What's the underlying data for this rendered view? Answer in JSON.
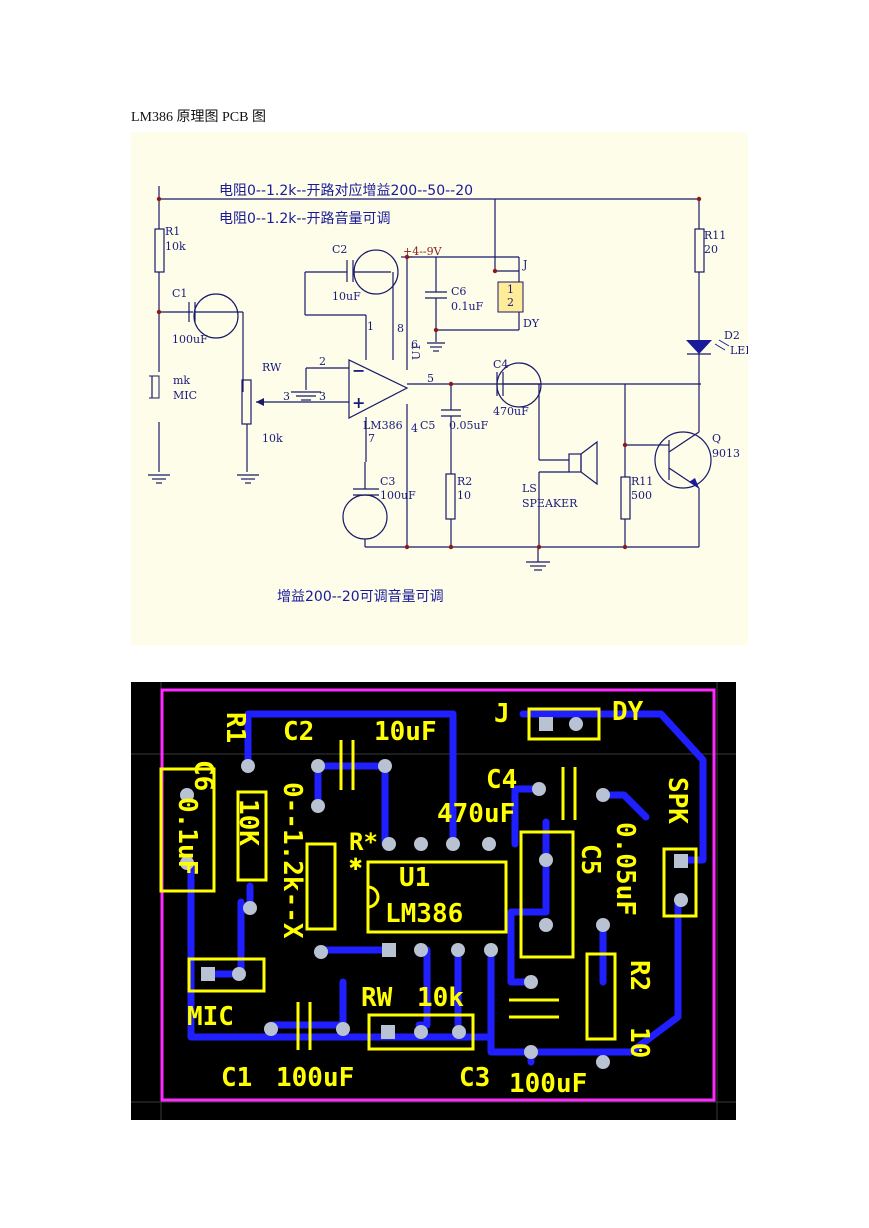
{
  "page_title": "LM386 原理图 PCB 图",
  "schematic": {
    "notes": [
      "电阻0--1.2k--开路对应增益200--50--20",
      "电阻0--1.2k--开路音量可调",
      "增益200--20可调音量可调"
    ],
    "supply": "+4--9V",
    "components": {
      "r1": {
        "ref": "R1",
        "value": "10k"
      },
      "c1": {
        "ref": "C1",
        "value": "100uF"
      },
      "mic": {
        "ref": "mk",
        "value": "MIC"
      },
      "rw": {
        "ref": "RW",
        "value": "10k"
      },
      "c2": {
        "ref": "C2",
        "value": "10uF"
      },
      "c6": {
        "ref": "C6",
        "value": "0.1uF"
      },
      "j": {
        "ref": "J",
        "value": "DY",
        "pin1": "1",
        "pin2": "2"
      },
      "u1": {
        "ref": "U1",
        "value": "LM386"
      },
      "c4": {
        "ref": "C4",
        "value": "470uF"
      },
      "c5": {
        "ref": "C5",
        "value": "0.05uF"
      },
      "c3": {
        "ref": "C3",
        "value": "100uF"
      },
      "r2": {
        "ref": "R2",
        "value": "10"
      },
      "ls": {
        "ref": "LS",
        "value": "SPEAKER"
      },
      "r11a": {
        "ref": "R11",
        "value": "20"
      },
      "r11b": {
        "ref": "R11",
        "value": "500"
      },
      "d2": {
        "ref": "D2",
        "value": "LED"
      },
      "q": {
        "ref": "Q",
        "value": "9013"
      }
    },
    "pins": {
      "p2": "2",
      "p3": "3",
      "p3b": "3",
      "p5": "5",
      "p8": "8",
      "p6": "6",
      "p4": "4",
      "p1": "1",
      "p7": "7",
      "minus": "−",
      "plus": "+"
    }
  },
  "pcb": {
    "labels": {
      "c6": "C6",
      "c6v": "0.1uF",
      "r1": "R1",
      "r1v": "10K",
      "c2": "C2",
      "c2v": "10uF",
      "j": "J",
      "dy": "DY",
      "c4": "C4",
      "c4v": "470uF",
      "spk": "SPK",
      "r0": "0--1.2k--X",
      "rx": "R*",
      "u1": "U1",
      "u1v": "LM386",
      "c5": "C5",
      "c5v": "0.05uF",
      "r2": "R2",
      "r2v": "10",
      "mic": "MIC",
      "rw": "RW",
      "rwv": "10k",
      "c1": "C1",
      "c1v": "100uF",
      "c3": "C3",
      "c3v": "100uF"
    },
    "colors": {
      "background": "#000000",
      "trace": "#1f1fff",
      "silk": "#ffff00",
      "outline": "#ff2aff",
      "pad": "#b9c2d2"
    }
  }
}
